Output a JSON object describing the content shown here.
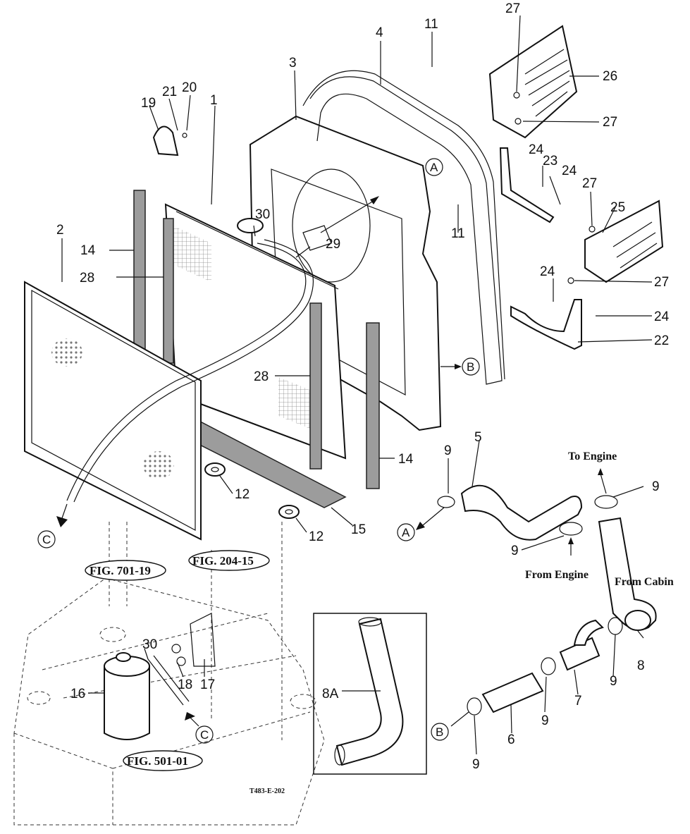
{
  "drawing_code": "T483-E-202",
  "callouts": [
    "1",
    "2",
    "3",
    "4",
    "5",
    "6",
    "7",
    "8",
    "8A",
    "9",
    "11",
    "12",
    "14",
    "15",
    "16",
    "17",
    "18",
    "19",
    "20",
    "21",
    "22",
    "23",
    "24",
    "25",
    "26",
    "27",
    "28",
    "29",
    "30"
  ],
  "circle_refs": [
    "A",
    "B",
    "C"
  ],
  "flow_labels": {
    "to_engine": "To Engine",
    "from_engine": "From Engine",
    "from_cabin": "From Cabin"
  },
  "figure_refs": [
    "FIG. 701-19",
    "FIG. 204-15",
    "FIG. 501-01"
  ]
}
